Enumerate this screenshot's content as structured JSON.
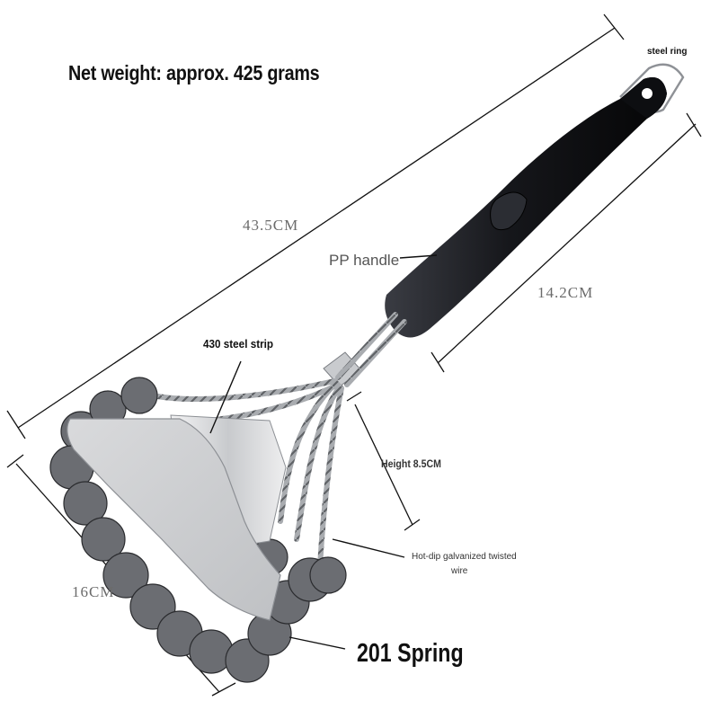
{
  "labels": {
    "net_weight": "Net weight: approx. 425 grams",
    "length": "43.5CM",
    "handle_length": "14.2CM",
    "width": "16CM",
    "steel_ring": "steel ring",
    "pp_handle": "PP handle",
    "steel_strip": "430 steel strip",
    "height": "Height 8.5CM",
    "wire_line1": "Hot-dip galvanized twisted",
    "wire_line2": "wire",
    "spring": "201 Spring"
  },
  "colors": {
    "handle": "#15161a",
    "steel": "#b9bcc0",
    "scraper": "#d8d9db",
    "dimension_line": "#111111"
  }
}
